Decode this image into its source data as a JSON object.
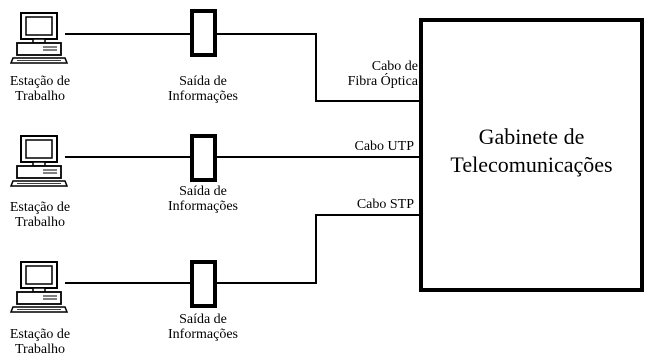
{
  "workstations": [
    {
      "line1": "Estação de",
      "line2": "Trabalho"
    },
    {
      "line1": "Estação de",
      "line2": "Trabalho"
    },
    {
      "line1": "Estação de",
      "line2": "Trabalho"
    }
  ],
  "outlets": [
    {
      "line1": "Saída de",
      "line2": "Informações"
    },
    {
      "line1": "Saída de",
      "line2": "Informações"
    },
    {
      "line1": "Saída de",
      "line2": "Informações"
    }
  ],
  "cables": [
    {
      "line1": "Cabo de",
      "line2": "Fibra Óptica"
    },
    {
      "line1": "Cabo UTP"
    },
    {
      "line1": "Cabo STP"
    }
  ],
  "cabinet": {
    "line1": "Gabinete de",
    "line2": "Telecomunicações"
  }
}
